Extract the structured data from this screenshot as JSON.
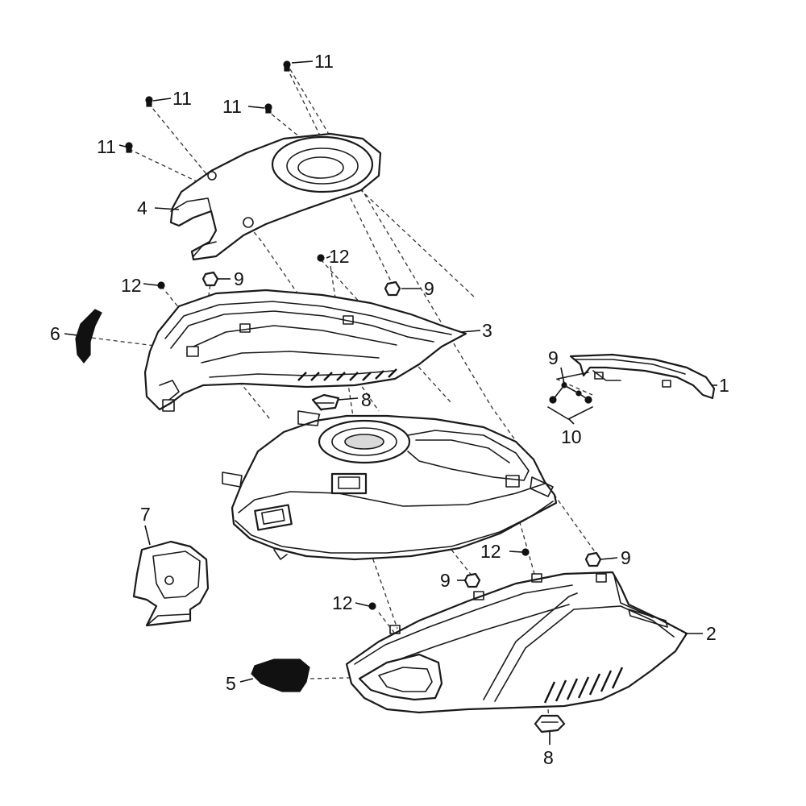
{
  "diagram": {
    "callouts": {
      "c1": "1",
      "c2": "2",
      "c3": "3",
      "c4": "4",
      "c5": "5",
      "c6": "6",
      "c7": "7",
      "c8a": "8",
      "c8b": "8",
      "c9a": "9",
      "c9b": "9",
      "c9c": "9",
      "c9d": "9",
      "c9e": "9",
      "c10": "10",
      "c11a": "11",
      "c11b": "11",
      "c11c": "11",
      "c11d": "11",
      "c12a": "12",
      "c12b": "12",
      "c12c": "12",
      "c12d": "12"
    }
  }
}
